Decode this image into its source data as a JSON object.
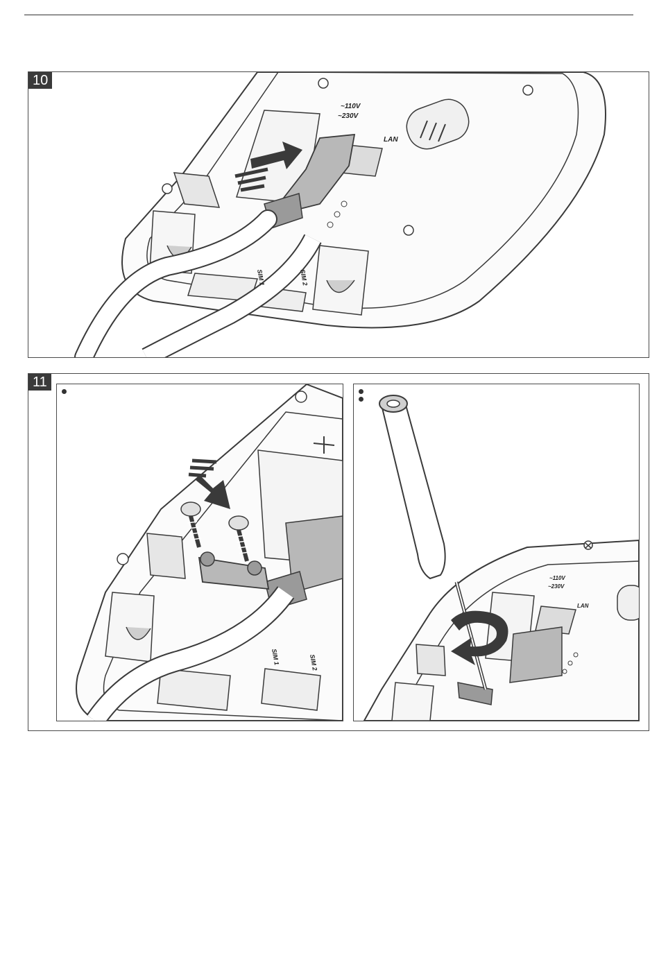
{
  "figures": [
    {
      "number": "10",
      "labels": {
        "voltage_1": "~110V",
        "voltage_2": "~230V",
        "lan": "LAN",
        "sim1": "SIM 1",
        "sim2": "SIM 2"
      }
    },
    {
      "number": "11",
      "left": {
        "labels": {
          "sim1": "SIM 1",
          "sim2": "SIM 2"
        }
      },
      "right": {
        "labels": {
          "voltage_1": "~110V",
          "voltage_2": "~230V",
          "lan": "LAN"
        }
      }
    }
  ],
  "colors": {
    "line": "#3a3a3a",
    "shade": "#b8b8b8",
    "dark_fill": "#4a4a4a",
    "light_fill": "#e6e6e6"
  }
}
